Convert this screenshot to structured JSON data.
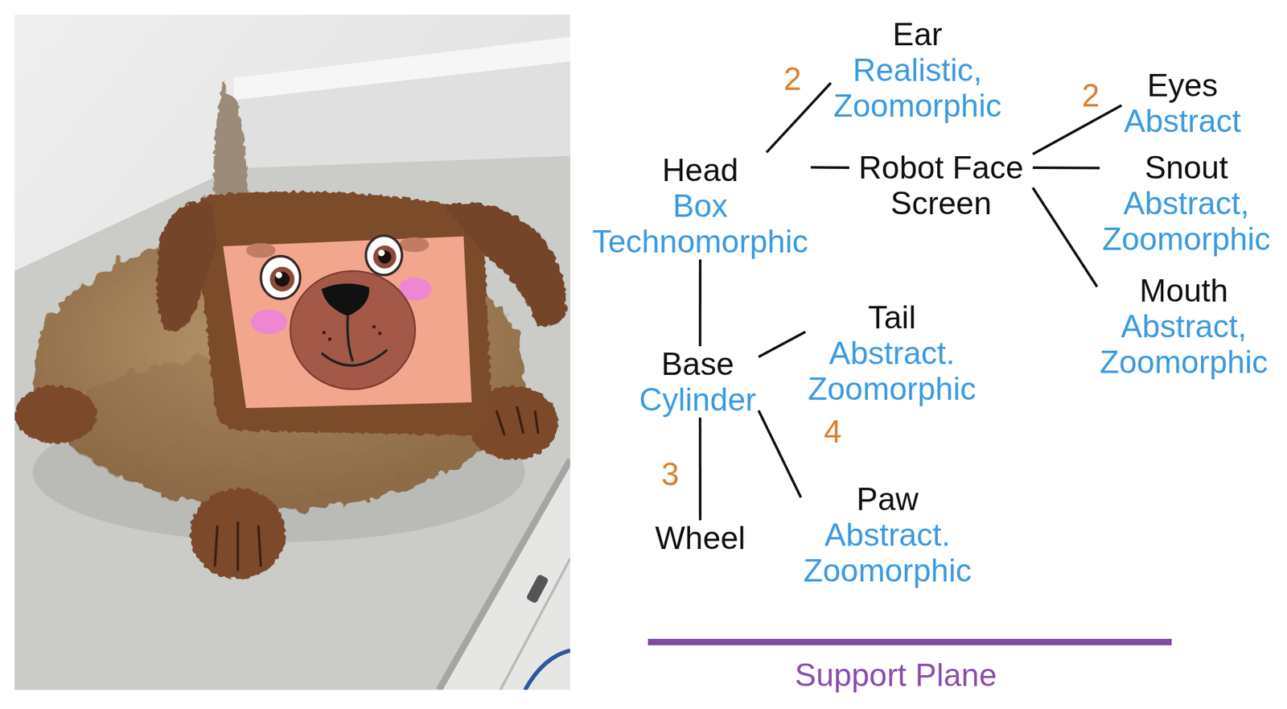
{
  "diagram": {
    "nodes": [
      {
        "text": [
          "Head",
          "Box Technomorphic"
        ]
      },
      {
        "text": [
          "Ear",
          "Realistic, Zoomorphic"
        ]
      },
      {
        "text": [
          "Robot Face Screen"
        ]
      },
      {
        "text": [
          "Eyes",
          "Abstract"
        ]
      },
      {
        "text": [
          "Snout",
          "Abstract, Zoomorphic"
        ]
      },
      {
        "text": [
          "Mouth",
          "Abstract, Zoomorphic"
        ]
      },
      {
        "text": [
          "Base",
          "Cylinder"
        ]
      },
      {
        "text": [
          "Tail",
          "Abstract. Zoomorphic"
        ]
      },
      {
        "text": [
          "Paw",
          "Abstract. Zoomorphic"
        ]
      },
      {
        "text": [
          "Wheel"
        ]
      }
    ],
    "edges": [
      {
        "from": 0,
        "to": 1,
        "arrow": "none",
        "label": "2"
      },
      {
        "from": 0,
        "to": 2,
        "arrow": "none"
      },
      {
        "from": 2,
        "to": 3,
        "arrow": "none",
        "label": "2"
      },
      {
        "from": 2,
        "to": 4,
        "arrow": "none"
      },
      {
        "from": 2,
        "to": 5,
        "arrow": "none"
      },
      {
        "from": 0,
        "to": 6,
        "arrow": "none"
      },
      {
        "from": 6,
        "to": 7,
        "arrow": "none"
      },
      {
        "from": 6,
        "to": 8,
        "arrow": "none",
        "label": "4"
      },
      {
        "from": 6,
        "to": 9,
        "arrow": "none",
        "label": "3"
      }
    ],
    "labels": [
      "Support Plane"
    ]
  }
}
